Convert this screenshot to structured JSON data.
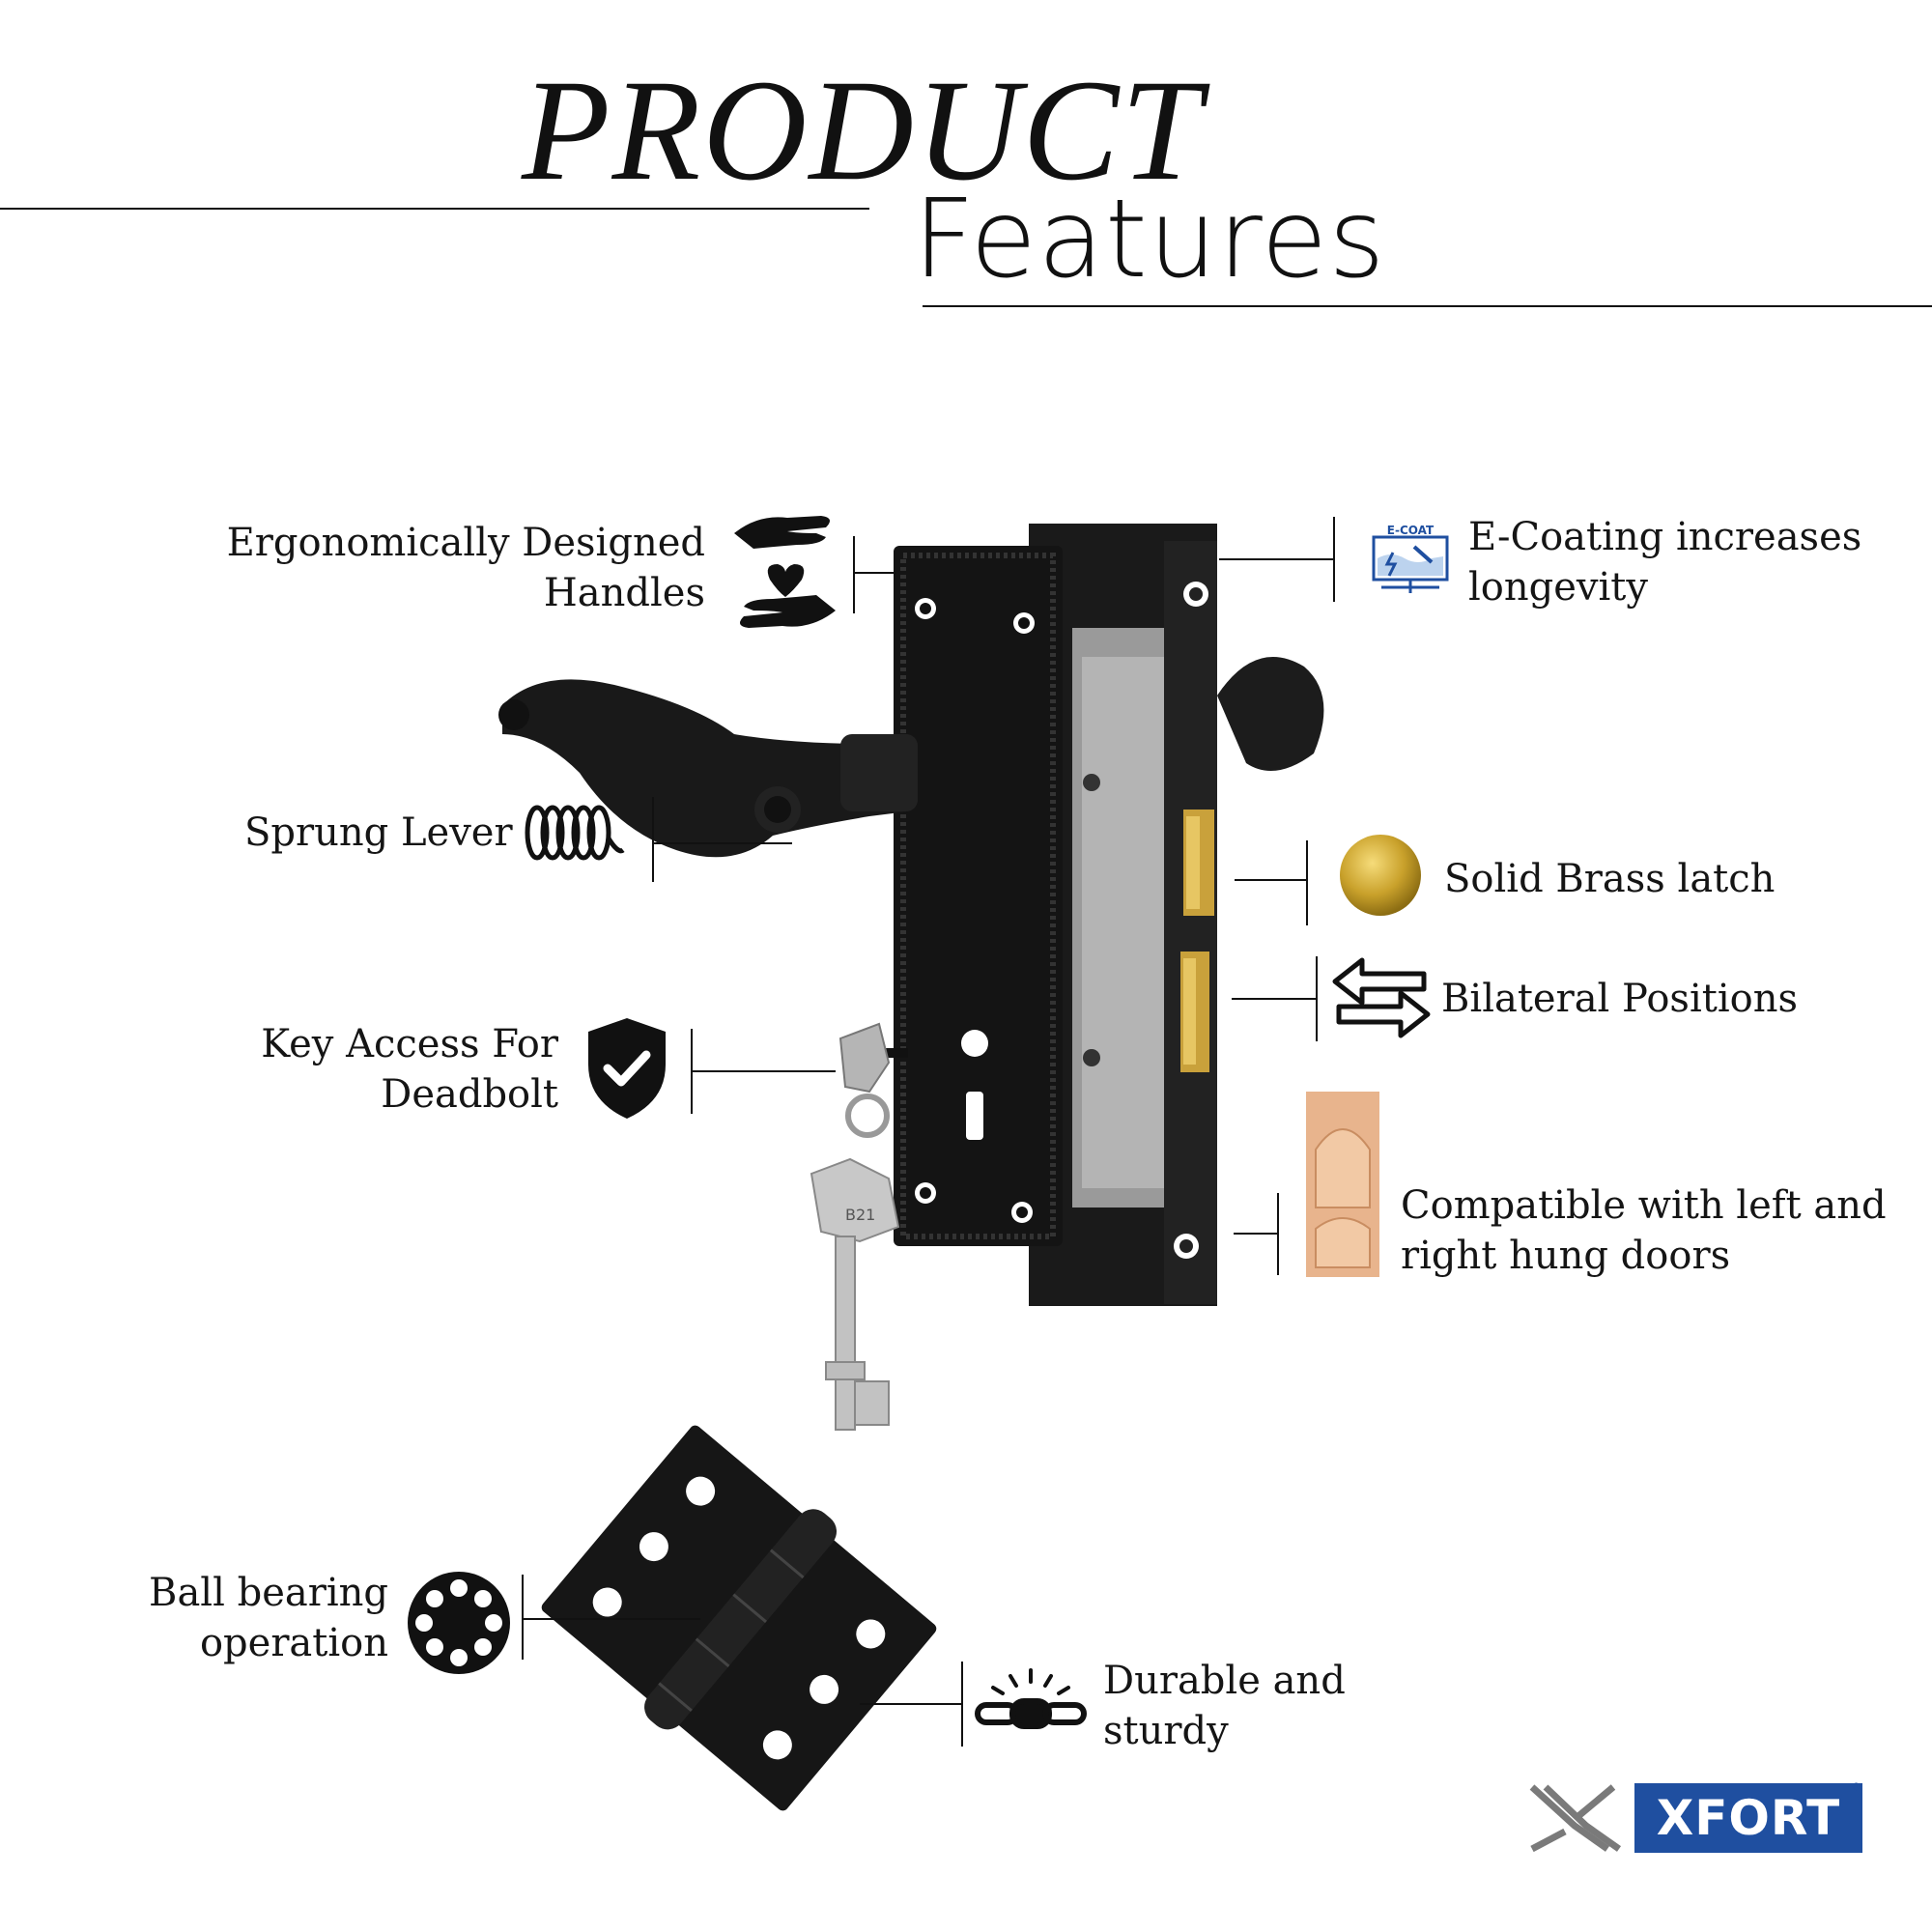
{
  "header": {
    "title_line1": "PRODUCT",
    "title_line2": "Features"
  },
  "features": {
    "ergonomic": "Ergonomically Designed\nHandles",
    "ergonomic_l1": "Ergonomically Designed",
    "ergonomic_l2": "Handles",
    "sprung": "Sprung Lever",
    "key_l1": "Key Access For",
    "key_l2": "Deadbolt",
    "ecoat_l1": "E-Coating increases",
    "ecoat_l2": "longevity",
    "ecoat_badge": "E-COAT",
    "brass": "Solid Brass latch",
    "bilateral": "Bilateral Positions",
    "compatible_l1": "Compatible with left and",
    "compatible_l2": "right hung doors",
    "ball_l1": "Ball bearing",
    "ball_l2": "operation",
    "durable_l1": "Durable and",
    "durable_l2": "sturdy"
  },
  "product": {
    "key_tag": "B21"
  },
  "brand": {
    "name": "XFORT",
    "registered": "®",
    "color": "#1f4fa0"
  },
  "icons": [
    "hands-heart-icon",
    "spring-icon",
    "shield-check-icon",
    "e-coat-icon",
    "brass-coin-icon",
    "bidirectional-arrows-icon",
    "door-icon",
    "ball-bearing-icon",
    "chain-icon",
    "xfort-x-logo-icon"
  ]
}
